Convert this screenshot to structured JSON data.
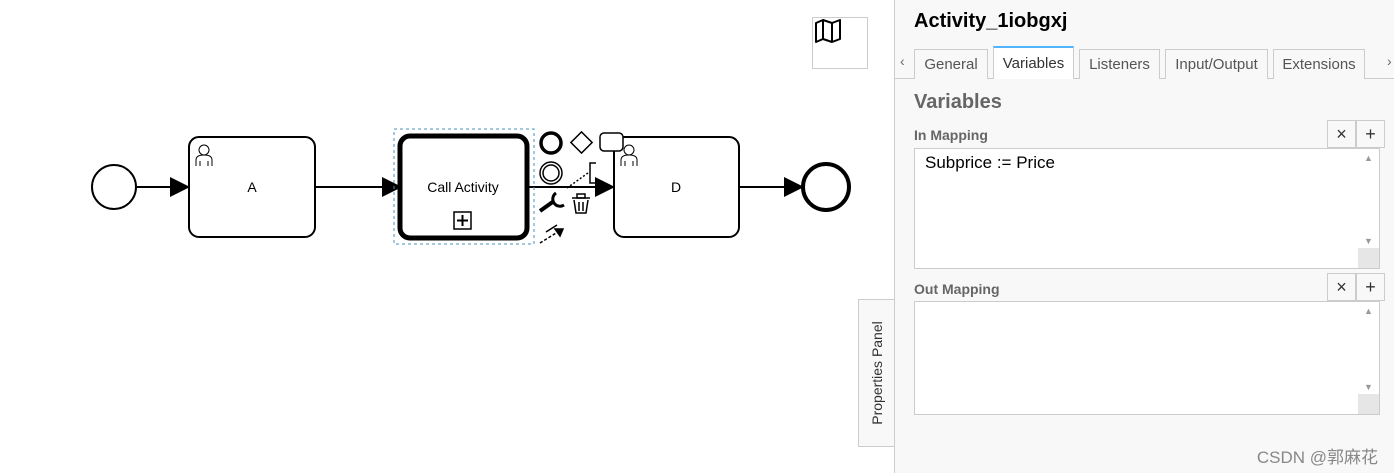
{
  "diagram": {
    "tasks": [
      {
        "id": "task-a",
        "label": "A",
        "type": "user-task"
      },
      {
        "id": "call-activity",
        "label": "Call Activity",
        "type": "call-activity"
      },
      {
        "id": "task-d",
        "label": "D",
        "type": "user-task"
      }
    ],
    "context_pad_icons": [
      "end-event-icon",
      "gateway-icon",
      "task-icon",
      "intermediate-event-icon",
      "text-annotation-icon",
      "wrench-icon",
      "delete-icon",
      "connect-icon"
    ]
  },
  "panel": {
    "title": "Activity_1iobgxj",
    "tabs": [
      {
        "label": "General",
        "active": false
      },
      {
        "label": "Variables",
        "active": true
      },
      {
        "label": "Listeners",
        "active": false
      },
      {
        "label": "Input/Output",
        "active": false
      },
      {
        "label": "Extensions",
        "active": false
      }
    ],
    "tab_prev": "‹",
    "tab_next": "›",
    "section_title": "Variables",
    "in_mapping": {
      "label": "In Mapping",
      "value": "Subprice := Price",
      "remove": "×",
      "add": "+"
    },
    "out_mapping": {
      "label": "Out Mapping",
      "value": "",
      "remove": "×",
      "add": "+"
    },
    "toggle_label": "Properties Panel",
    "accent_color": "#52b3ff"
  },
  "watermark": "CSDN @郭麻花"
}
